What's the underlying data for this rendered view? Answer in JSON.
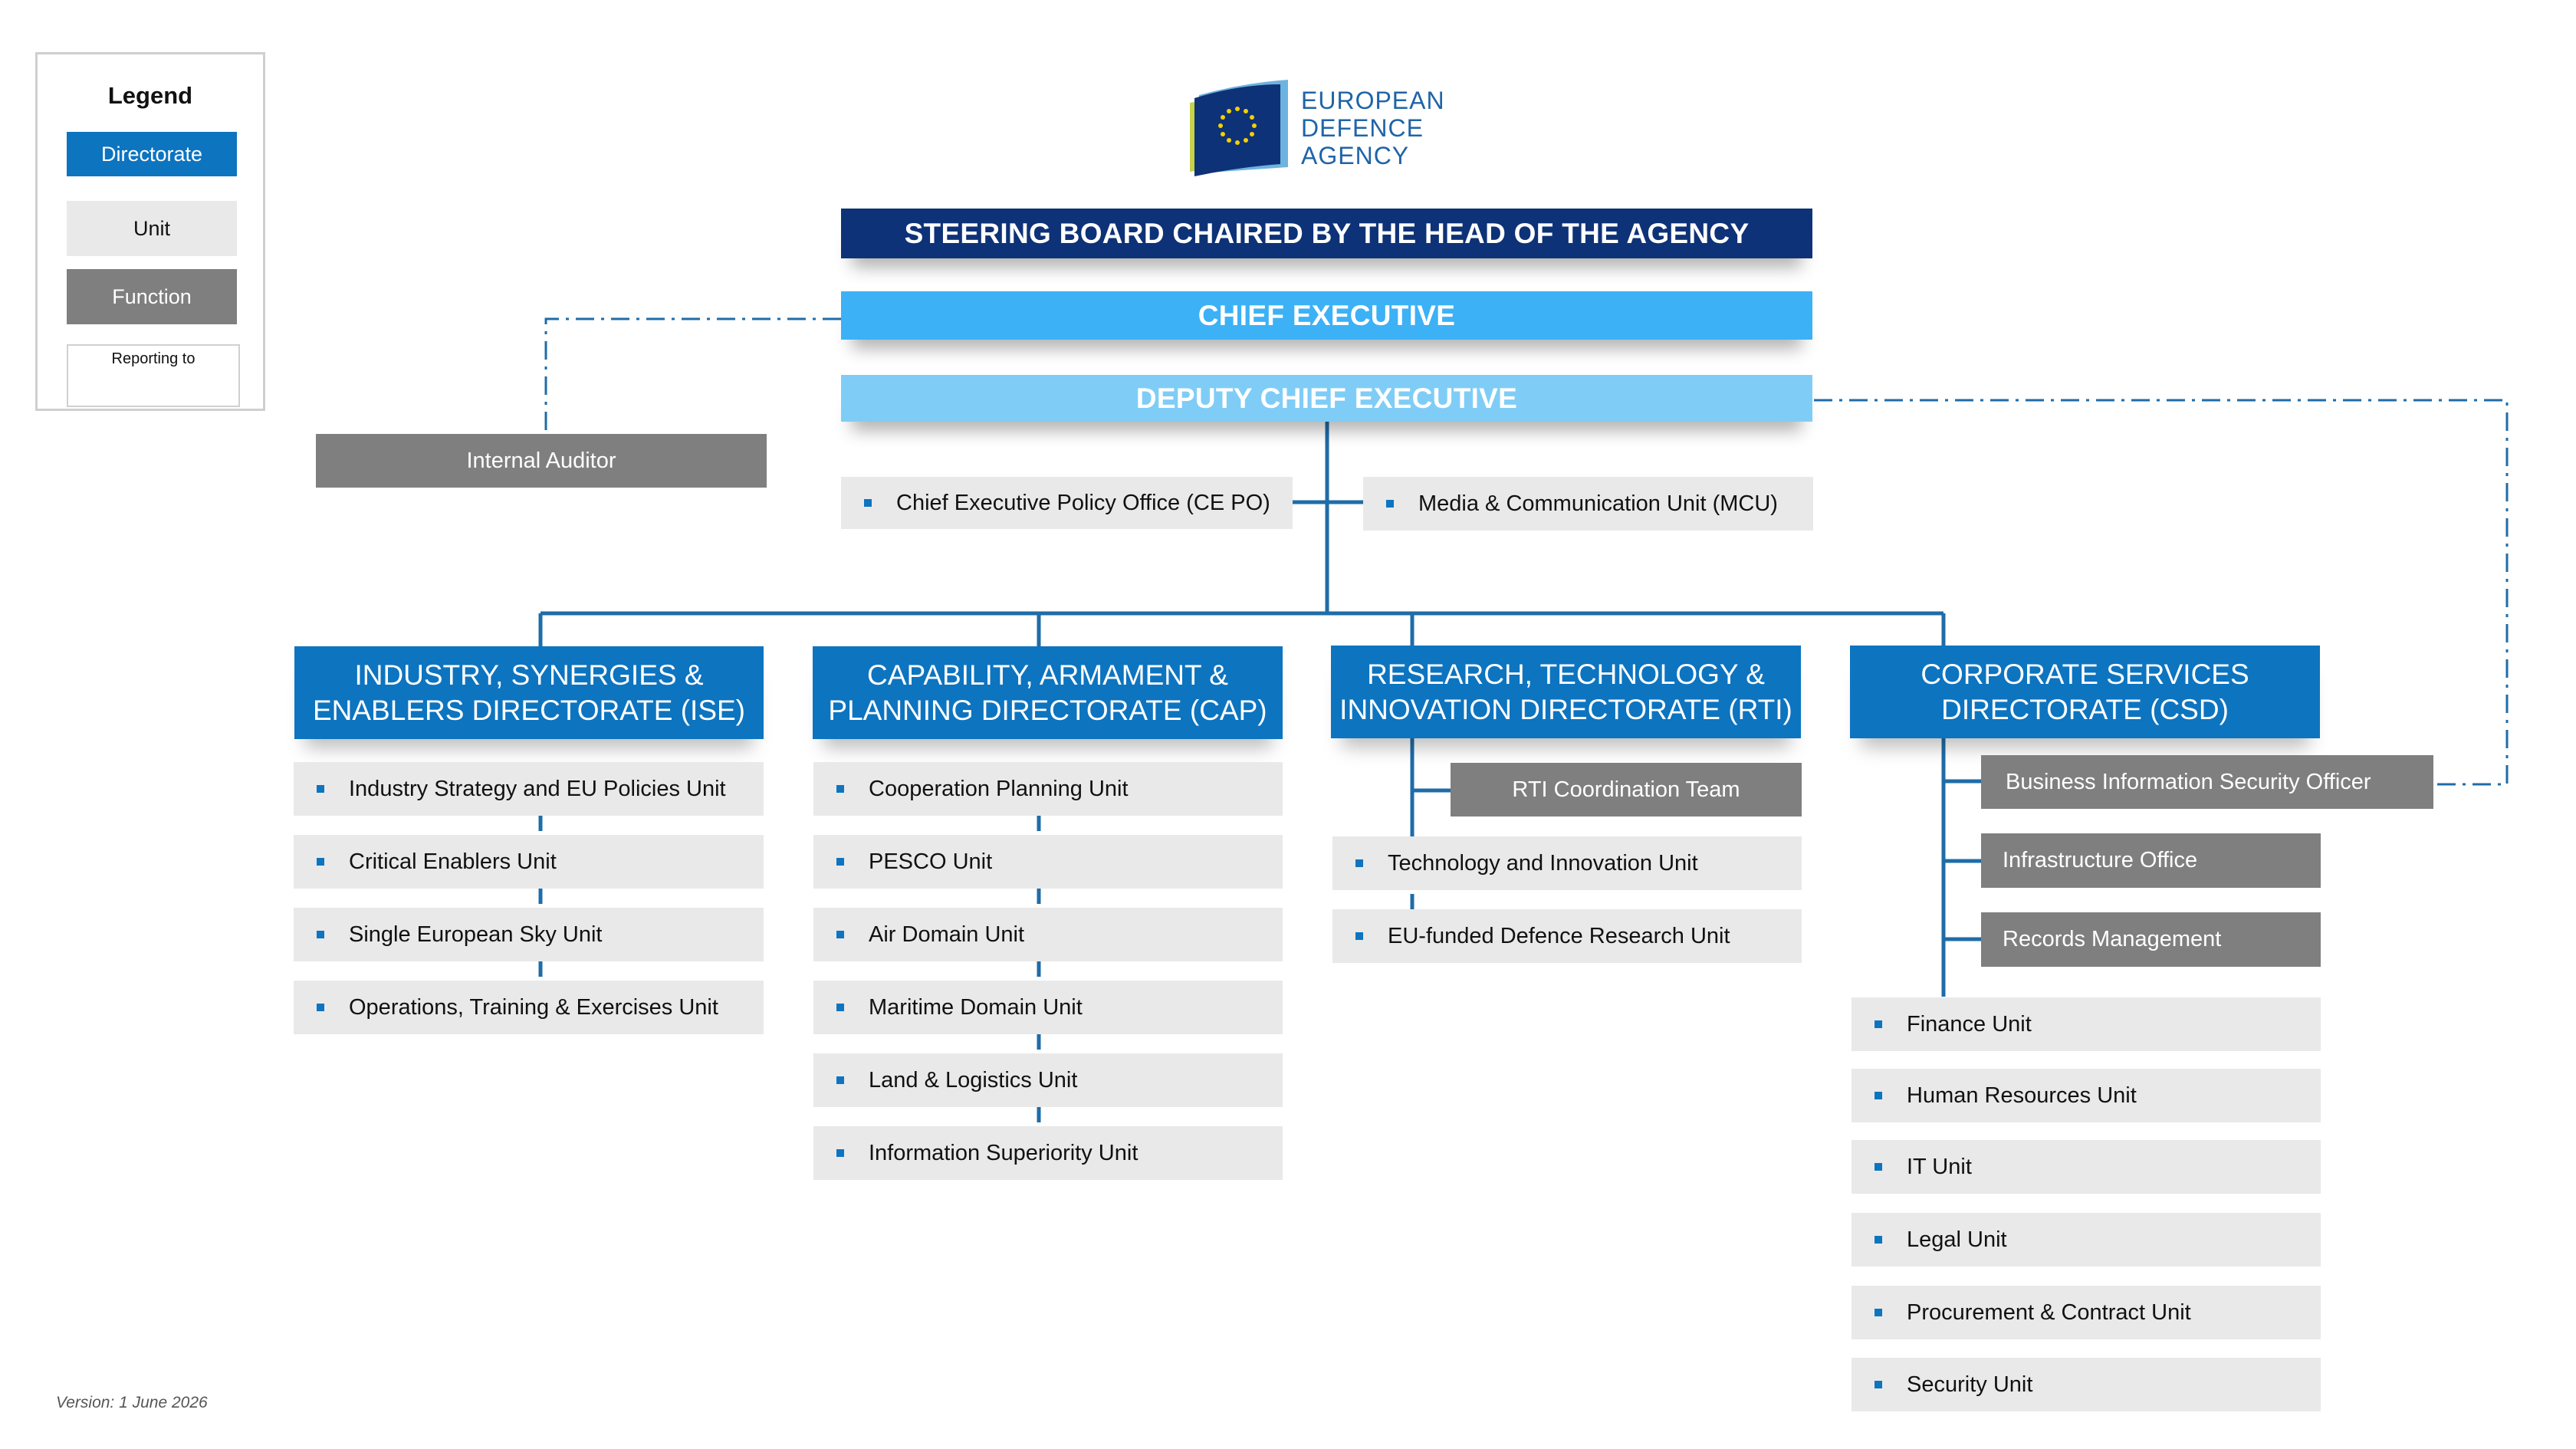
{
  "legend": {
    "title": "Legend",
    "directorate": "Directorate",
    "unit": "Unit",
    "function": "Function",
    "reporting": "Reporting to"
  },
  "logo": {
    "line1": "EUROPEAN",
    "line2": "DEFENCE",
    "line3": "AGENCY"
  },
  "top": {
    "steering_board": "STEERING BOARD CHAIRED BY THE HEAD OF THE AGENCY",
    "chief_executive": "CHIEF EXECUTIVE",
    "deputy_chief_executive": "DEPUTY CHIEF EXECUTIVE",
    "internal_auditor": "Internal Auditor",
    "ce_policy_office": "Chief Executive Policy Office (CE PO)",
    "media_unit": "Media & Communication Unit (MCU)"
  },
  "ise": {
    "title_line1": "INDUSTRY, SYNERGIES &",
    "title_line2": "ENABLERS DIRECTORATE (ISE)",
    "units": [
      "Industry Strategy and EU Policies Unit",
      "Critical Enablers Unit",
      "Single European Sky Unit",
      "Operations, Training & Exercises Unit"
    ]
  },
  "cap": {
    "title_line1": "CAPABILITY, ARMAMENT &",
    "title_line2": "PLANNING DIRECTORATE (CAP)",
    "units": [
      "Cooperation Planning Unit",
      "PESCO Unit",
      "Air Domain Unit",
      "Maritime Domain Unit",
      "Land & Logistics Unit",
      "Information Superiority Unit"
    ]
  },
  "rti": {
    "title_line1": "RESEARCH, TECHNOLOGY &",
    "title_line2": "INNOVATION DIRECTORATE (RTI)",
    "coordination_team": "RTI Coordination Team",
    "units": [
      "Technology and Innovation Unit",
      "EU-funded Defence Research Unit"
    ]
  },
  "csd": {
    "title_line1": "CORPORATE SERVICES",
    "title_line2": "DIRECTORATE (CSD)",
    "functions": [
      "Business Information Security Officer",
      "Infrastructure Office",
      "Records Management"
    ],
    "units": [
      "Finance Unit",
      "Human Resources Unit",
      "IT Unit",
      "Legal Unit",
      "Procurement & Contract Unit",
      "Security Unit"
    ]
  },
  "version": "Version: 1 June 2026",
  "colors": {
    "steering_board": "#0e3277",
    "chief_executive": "#3cb1f6",
    "deputy_chief_executive": "#7fcdf7",
    "directorate": "#0d74c0",
    "unit": "#e9e9e9",
    "function": "#7f7f7f",
    "connector": "#1f6ca8"
  }
}
